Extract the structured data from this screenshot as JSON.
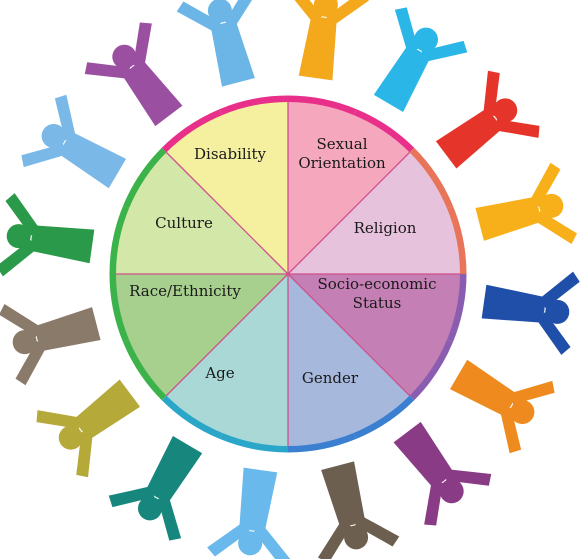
{
  "wheel": {
    "segments": [
      {
        "lines": [
          "Sexual",
          "Orientation"
        ],
        "color": "#f4a7bd"
      },
      {
        "lines": [
          "Religion"
        ],
        "color": "#e7c2dd"
      },
      {
        "lines": [
          "Socio-economic",
          "Status"
        ],
        "color": "#c47fb4"
      },
      {
        "lines": [
          "Gender"
        ],
        "color": "#a7b8dd"
      },
      {
        "lines": [
          "Age"
        ],
        "color": "#a9d8d6"
      },
      {
        "lines": [
          "Race/Ethnicity"
        ],
        "color": "#a7cf8e"
      },
      {
        "lines": [
          "Culture"
        ],
        "color": "#d3e8a8"
      },
      {
        "lines": [
          "Disability"
        ],
        "color": "#f4f0a0"
      }
    ],
    "rim_colors": [
      "#e8308a",
      "#e8308a",
      "#e8745a",
      "#e8745a",
      "#8b5db0",
      "#8b5db0",
      "#3a7fd0",
      "#3a7fd0",
      "#2aa6c8",
      "#2aa6c8",
      "#3bb34a",
      "#3bb34a",
      "#3bb34a",
      "#3bb34a",
      "#e8308a",
      "#e8308a"
    ]
  },
  "figures": [
    {
      "icon": "person-figure-icon",
      "color": "#f4a81c"
    },
    {
      "icon": "person-figure-icon",
      "color": "#2ab6e6"
    },
    {
      "icon": "person-figure-icon",
      "color": "#e5352a"
    },
    {
      "icon": "person-figure-icon",
      "color": "#f7b019"
    },
    {
      "icon": "person-figure-icon",
      "color": "#1f4fa8"
    },
    {
      "icon": "person-figure-icon",
      "color": "#ee8a1e"
    },
    {
      "icon": "person-figure-icon",
      "color": "#8a3b86"
    },
    {
      "icon": "person-figure-icon",
      "color": "#6d5f4f"
    },
    {
      "icon": "person-figure-icon",
      "color": "#69b9ec"
    },
    {
      "icon": "person-figure-icon",
      "color": "#17877e"
    },
    {
      "icon": "person-figure-icon",
      "color": "#b5a93a"
    },
    {
      "icon": "person-figure-icon",
      "color": "#8a7a6a"
    },
    {
      "icon": "person-figure-icon",
      "color": "#2a9a4a"
    },
    {
      "icon": "person-figure-icon",
      "color": "#7ab8e8"
    },
    {
      "icon": "person-figure-icon",
      "color": "#9a4fa0"
    },
    {
      "icon": "person-figure-icon",
      "color": "#6bb6e6"
    }
  ]
}
